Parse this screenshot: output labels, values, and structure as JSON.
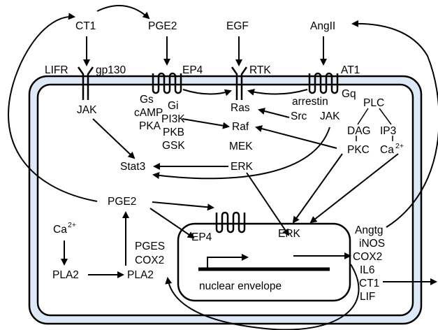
{
  "colors": {
    "membrane_fill": "#dde9f6",
    "stroke": "#000000",
    "background": "#ffffff"
  },
  "ligands": {
    "ct1": "CT1",
    "pge2": "PGE2",
    "egf": "EGF",
    "angii": "AngII"
  },
  "receptors": {
    "lifr": "LIFR",
    "gp130": "gp130",
    "ep4": "EP4",
    "rtk": "RTK",
    "at1": "AT1"
  },
  "gp130_column": {
    "jak": "JAK",
    "stat3": "Stat3"
  },
  "ep4_column": {
    "gs": "Gs",
    "camp": "cAMP",
    "pka": "PKA",
    "gi": "Gi",
    "pi3k": "PI3K",
    "pkb": "PKB",
    "gsk": "GSK"
  },
  "rtk_column": {
    "ras": "Ras",
    "raf": "Raf",
    "mek": "MEK",
    "erk": "ERK"
  },
  "at1_column": {
    "arrestin": "arrestin",
    "src": "Src",
    "jak": "JAK",
    "gq": "Gq",
    "plc": "PLC",
    "dag": "DAG",
    "ip3": "IP3",
    "pkc": "PKC",
    "ca": "Ca",
    "ca_sup": "2+"
  },
  "cytoplasm": {
    "pge2": "PGE2",
    "ca": "Ca",
    "ca_sup": "2+",
    "pla2_left": "PLA2",
    "pla2_right": "PLA2",
    "pges": "PGES",
    "cox2": "COX2"
  },
  "nucleus": {
    "ep4": "EP4",
    "erk": "ERK",
    "envelope": "nuclear envelope"
  },
  "targets": [
    "Angtg",
    "iNOS",
    "COX2",
    "IL6",
    "CT1",
    "LIF"
  ]
}
